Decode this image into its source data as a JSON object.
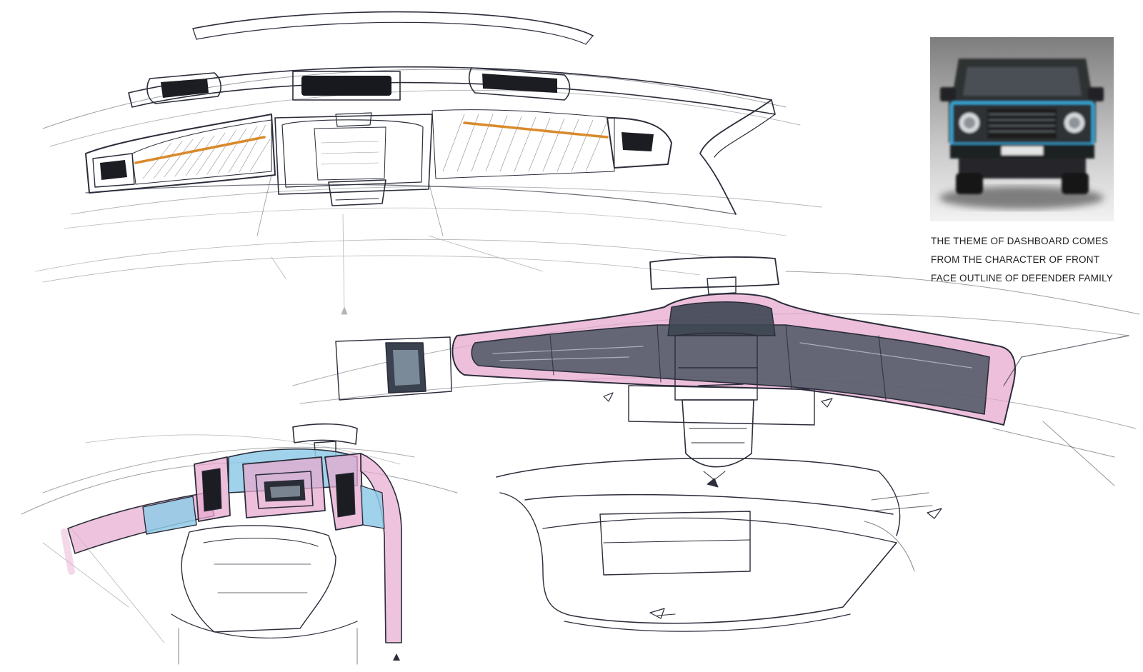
{
  "caption": {
    "lines": [
      "THE THEME OF DASHBOARD COMES",
      "FROM THE CHARACTER OF FRONT",
      "FACE OUTLINE OF DEFENDER FAMILY"
    ]
  },
  "reference_photo": {
    "subject": "defender-front-face",
    "accent_color": "#39a8d8"
  },
  "colors": {
    "ink": "#2b2d3a",
    "pink_marker": "#e7a9cf",
    "grey_marker": "#4b5663",
    "blue_marker": "#8fcbe8",
    "orange_accent": "#d98a2b"
  }
}
